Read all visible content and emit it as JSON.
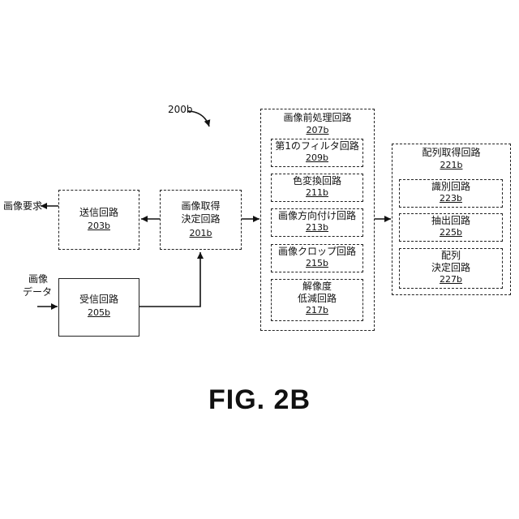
{
  "figure_ref": "200b",
  "figure_label": "FIG. 2B",
  "external": {
    "image_request": "画像要求",
    "image_data_line1": "画像",
    "image_data_line2": "データ"
  },
  "transmit": {
    "label": "送信回路",
    "ref": "203b"
  },
  "receive": {
    "label": "受信回路",
    "ref": "205b"
  },
  "acquire": {
    "label_line1": "画像取得",
    "label_line2": "決定回路",
    "ref": "201b"
  },
  "preprocess": {
    "label": "画像前処理回路",
    "ref": "207b",
    "items": [
      {
        "label": "第1のフィルタ回路",
        "ref": "209b"
      },
      {
        "label": "色変換回路",
        "ref": "211b"
      },
      {
        "label": "画像方向付け回路",
        "ref": "213b"
      },
      {
        "label": "画像クロップ回路",
        "ref": "215b"
      },
      {
        "label_line1": "解像度",
        "label_line2": "低減回路",
        "ref": "217b"
      }
    ]
  },
  "array": {
    "label": "配列取得回路",
    "ref": "221b",
    "items": [
      {
        "label": "識別回路",
        "ref": "223b"
      },
      {
        "label": "抽出回路",
        "ref": "225b"
      },
      {
        "label_line1": "配列",
        "label_line2": "決定回路",
        "ref": "227b"
      }
    ]
  }
}
